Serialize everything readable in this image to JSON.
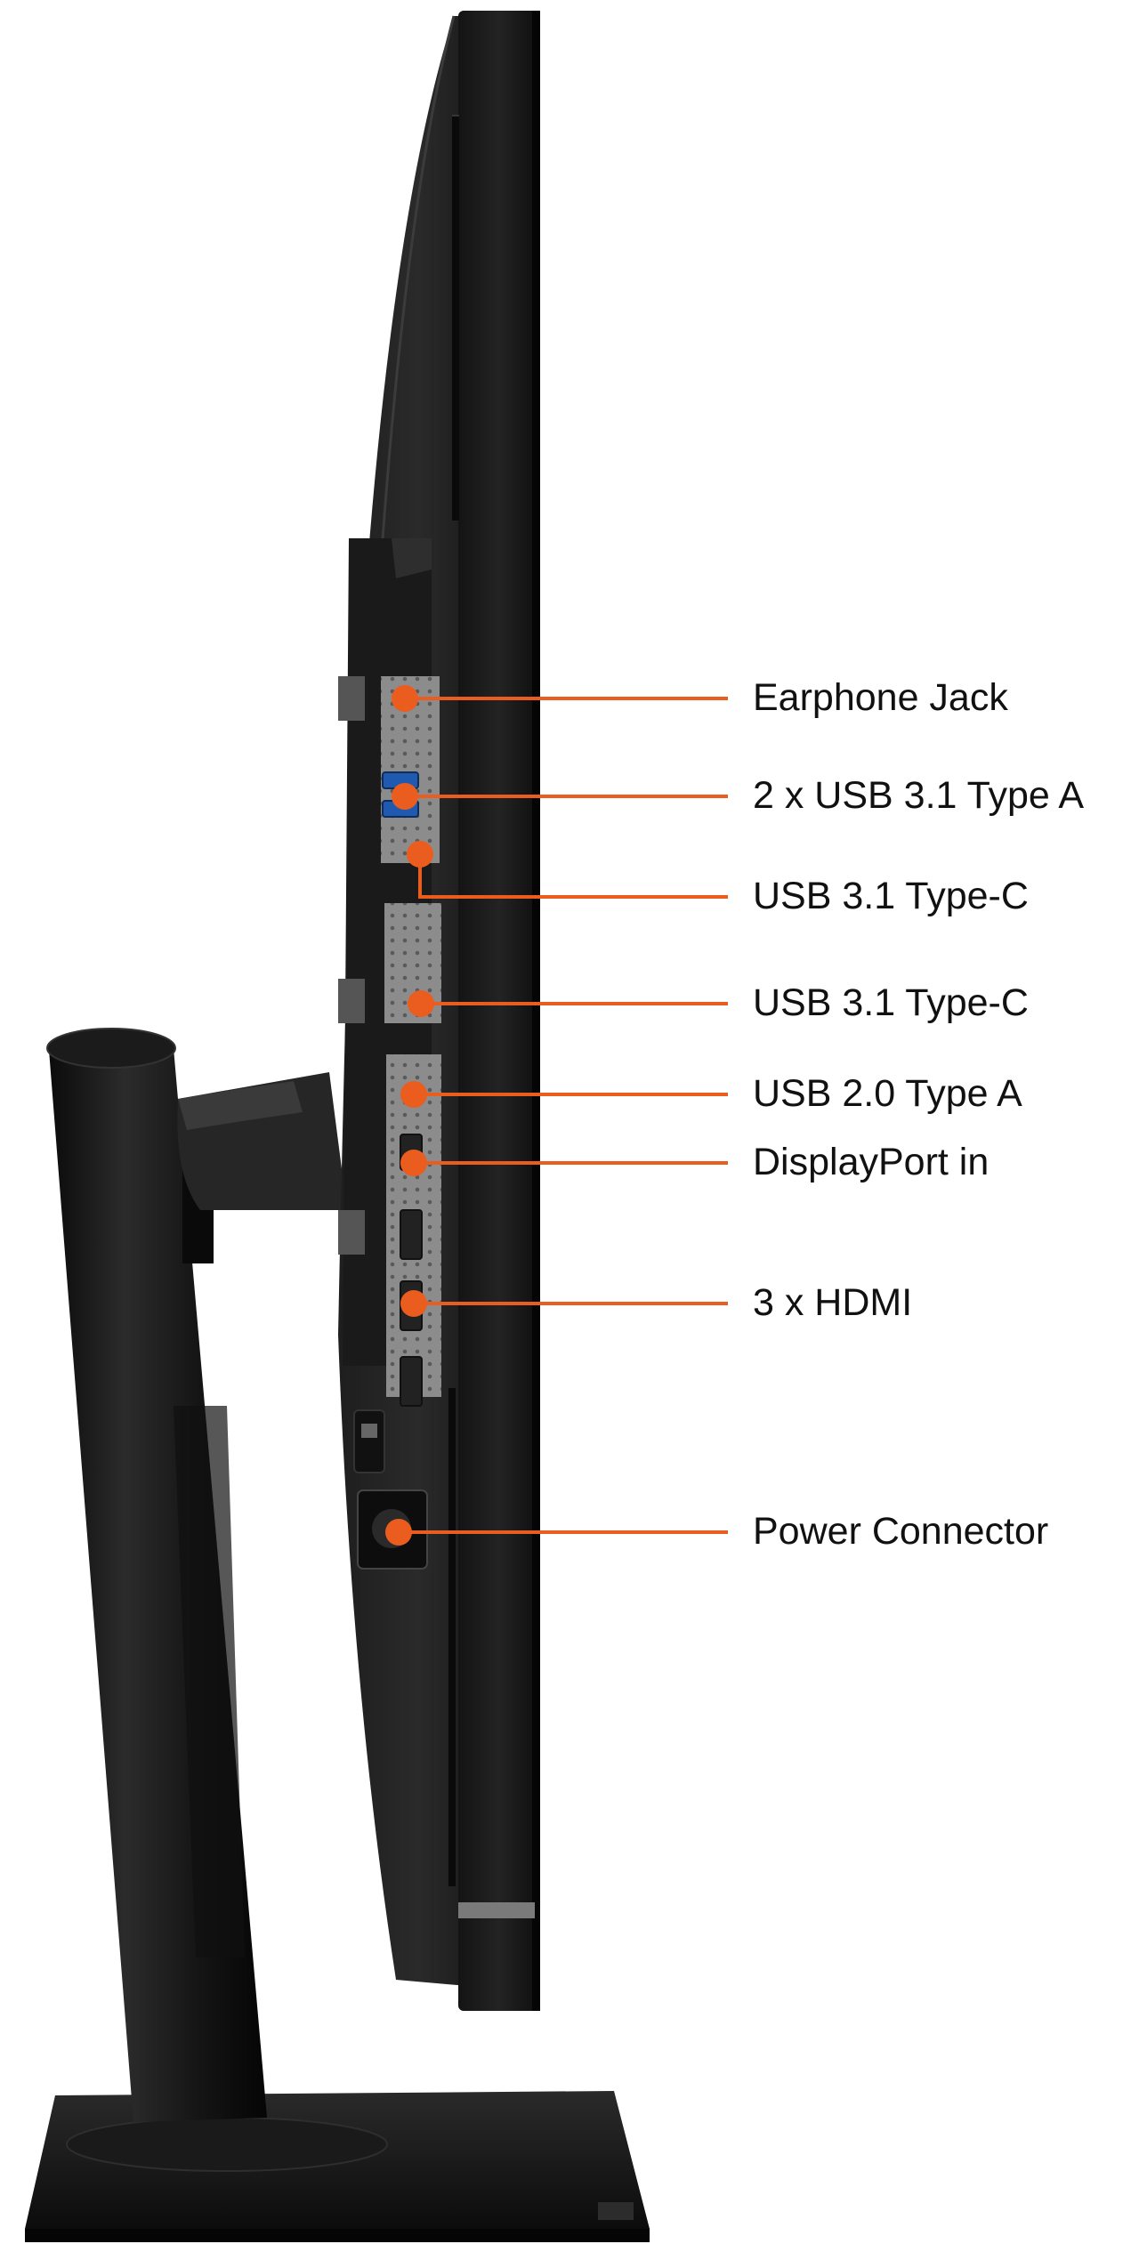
{
  "accent_color": "#ea5d1f",
  "callouts": [
    {
      "label": "Earphone Jack"
    },
    {
      "label": "2 x USB 3.1 Type A"
    },
    {
      "label": "USB 3.1 Type-C"
    },
    {
      "label": "USB 3.1 Type-C"
    },
    {
      "label": "USB 2.0 Type A"
    },
    {
      "label": "DisplayPort in"
    },
    {
      "label": "3 x HDMI"
    },
    {
      "label": "Power Connector"
    }
  ]
}
